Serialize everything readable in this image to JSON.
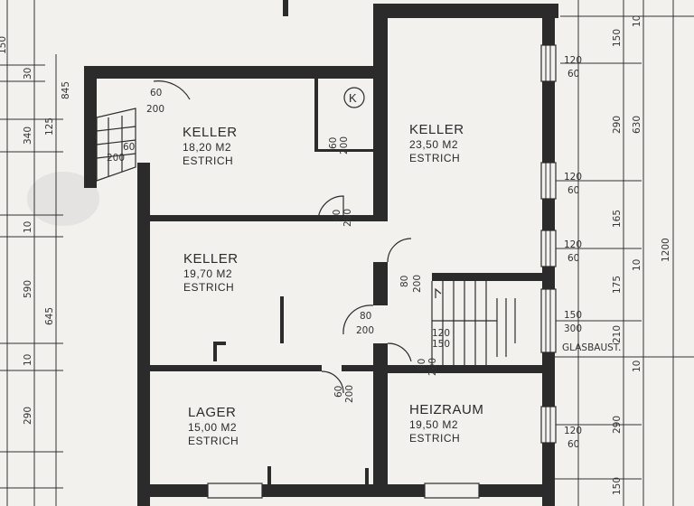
{
  "rooms": {
    "keller1": {
      "name": "KELLER",
      "area": "18,20 M2",
      "floor": "ESTRICH"
    },
    "keller2": {
      "name": "KELLER",
      "area": "23,50 M2",
      "floor": "ESTRICH"
    },
    "keller3": {
      "name": "KELLER",
      "area": "19,70 M2",
      "floor": "ESTRICH"
    },
    "lager": {
      "name": "LAGER",
      "area": "15,00 M2",
      "floor": "ESTRICH"
    },
    "heizraum": {
      "name": "HEIZRAUM",
      "area": "19,50 M2",
      "floor": "ESTRICH"
    }
  },
  "symbols": {
    "k_mark": "K"
  },
  "annotations": {
    "glasbaust": "GLASBAUST."
  },
  "window_marks": [
    {
      "top": "120",
      "bottom": "60"
    },
    {
      "top": "120",
      "bottom": "60"
    },
    {
      "top": "120",
      "bottom": "60"
    },
    {
      "top": "150",
      "bottom": "300"
    },
    {
      "top": "120",
      "bottom": "60"
    }
  ],
  "door_marks": [
    {
      "top": "60",
      "bottom": "200"
    },
    {
      "top": "60",
      "bottom": "200"
    },
    {
      "top": "60",
      "bottom": "200"
    },
    {
      "top": "80",
      "bottom": "200"
    },
    {
      "top": "80",
      "bottom": "200"
    },
    {
      "top": "80",
      "bottom": "200"
    },
    {
      "top": "60",
      "bottom": "200"
    }
  ],
  "stair_marks": [
    {
      "top": "60",
      "bottom": "200"
    },
    {
      "top": "120",
      "bottom": "150"
    }
  ],
  "dims_left_outer": [
    "150",
    "30",
    "340",
    "10",
    "590",
    "10",
    "290"
  ],
  "dims_left_inner": [
    "125",
    "645"
  ],
  "dims_left_extra": [
    "845"
  ],
  "dims_right_a": [
    "150",
    "290",
    "165",
    "175",
    "210",
    "290",
    "150"
  ],
  "dims_right_b": [
    "630",
    "10",
    "10",
    "10"
  ],
  "dims_right_total": [
    "1200"
  ]
}
